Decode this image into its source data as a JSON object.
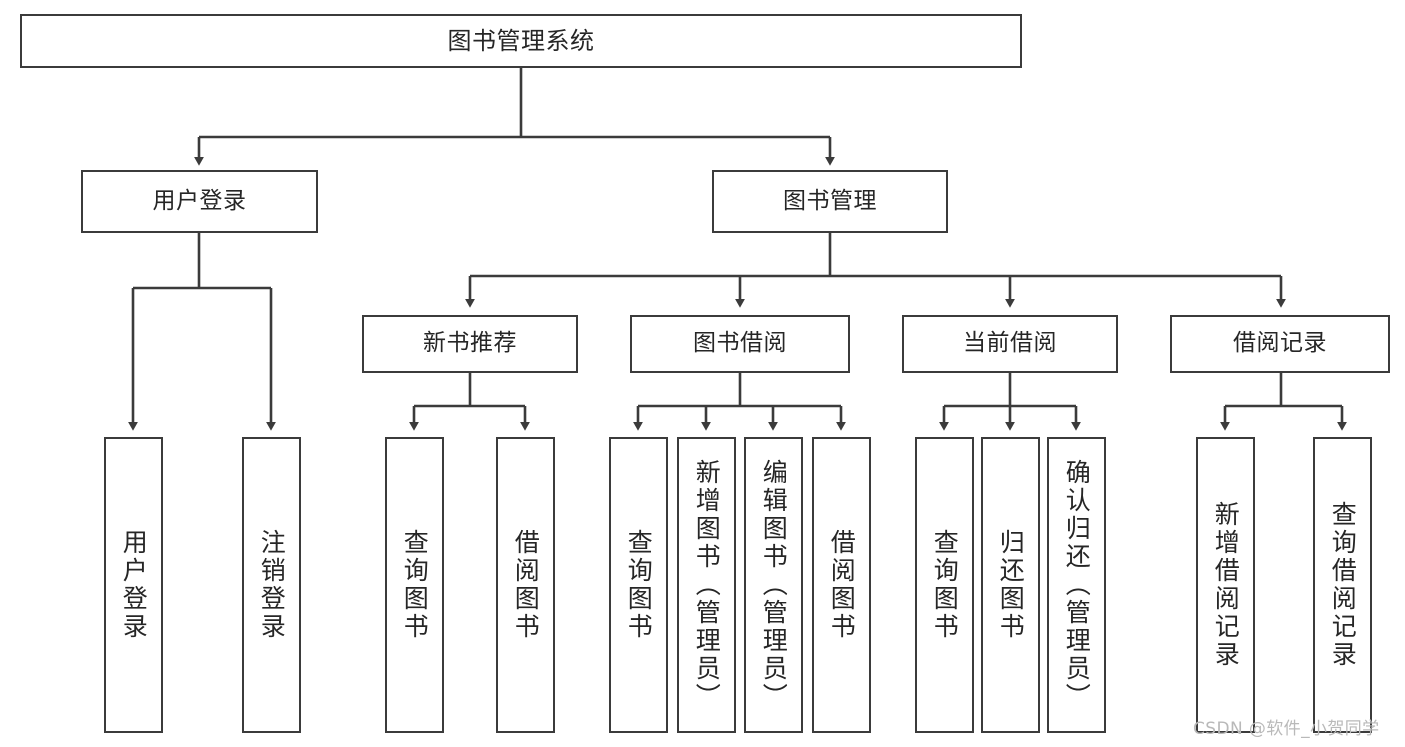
{
  "diagram": {
    "type": "tree",
    "title": "图书管理系统",
    "watermark": "CSDN @软件_小贺同学",
    "colors": {
      "box_border": "#3b3b3b",
      "box_fill": "#ffffff",
      "edge": "#3b3b3b",
      "text": "#262626",
      "watermark": "#b9b9b9",
      "background": "#ffffff"
    },
    "levels": {
      "root": {
        "label": "图书管理系统"
      },
      "level2": [
        {
          "label": "用户登录"
        },
        {
          "label": "图书管理"
        }
      ],
      "level3": [
        {
          "label": "新书推荐"
        },
        {
          "label": "图书借阅"
        },
        {
          "label": "当前借阅"
        },
        {
          "label": "借阅记录"
        }
      ]
    },
    "leaves": {
      "user_login": [
        {
          "label": "用户登录"
        },
        {
          "label": "注销登录"
        }
      ],
      "new_book_recommend": [
        {
          "label": "查询图书"
        },
        {
          "label": "借阅图书"
        }
      ],
      "book_borrow": [
        {
          "label": "查询图书"
        },
        {
          "label": "新增图书（管理员）"
        },
        {
          "label": "编辑图书（管理员）"
        },
        {
          "label": "借阅图书"
        }
      ],
      "current_borrow": [
        {
          "label": "查询图书"
        },
        {
          "label": "归还图书"
        },
        {
          "label": "确认归还（管理员）"
        }
      ],
      "borrow_record": [
        {
          "label": "新增借阅记录"
        },
        {
          "label": "查询借阅记录"
        }
      ]
    }
  }
}
